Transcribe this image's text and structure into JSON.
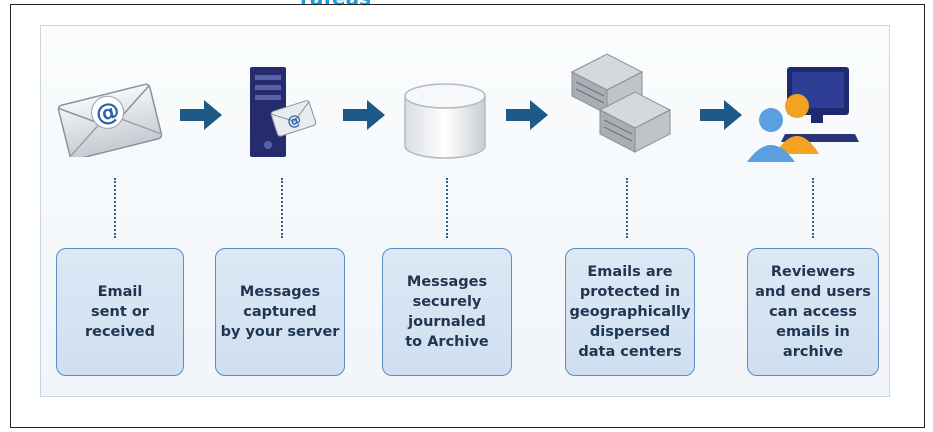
{
  "header": {
    "text": "rafeas"
  },
  "steps": [
    {
      "label": "Email\nsent or\nreceived"
    },
    {
      "label": "Messages\ncaptured\nby your server"
    },
    {
      "label": "Messages\nsecurely\njournaled\nto  Archive"
    },
    {
      "label": "Emails are\nprotected in\ngeographically\ndispersed\ndata centers"
    },
    {
      "label": "Reviewers\nand end users\ncan access\nemails in\narchive"
    }
  ],
  "icons": [
    "envelope-icon",
    "server-icon",
    "database-icon",
    "datacenter-icon",
    "users-computer-icon"
  ],
  "colors": {
    "accent": "#1a9ad6",
    "arrow": "#1f5a86",
    "box_border": "#5b8cc2",
    "box_fill": "#d6e4f3"
  }
}
